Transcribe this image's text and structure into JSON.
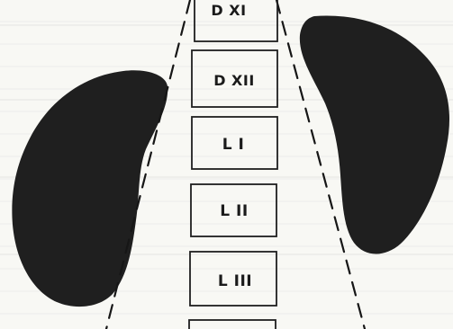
{
  "diagram": {
    "vertebrae": [
      {
        "label": "D XI"
      },
      {
        "label": "D XII"
      },
      {
        "label": "L I"
      },
      {
        "label": "L II"
      },
      {
        "label": "L III"
      },
      {
        "label": ""
      }
    ]
  }
}
